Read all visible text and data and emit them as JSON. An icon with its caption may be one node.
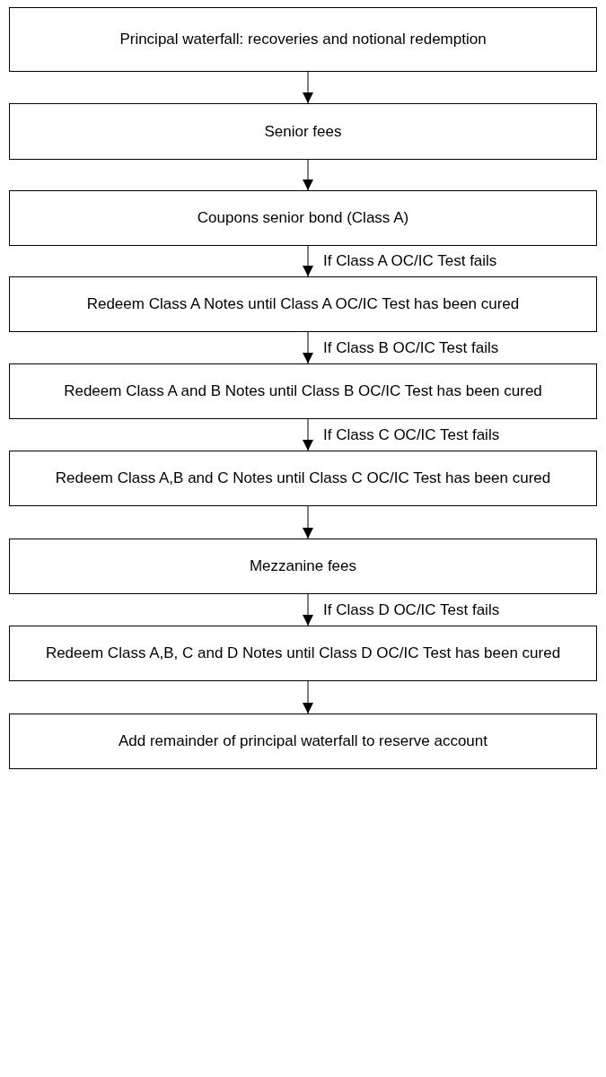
{
  "diagram": {
    "nodes": [
      {
        "text": [
          "Principal waterfall: recoveries and notional redemption"
        ]
      },
      {
        "text": [
          "Senior fees"
        ]
      },
      {
        "text": [
          "Coupons senior bond (Class A)"
        ]
      },
      {
        "text": [
          "Redeem Class A Notes until Class A OC/IC Test has been cured"
        ]
      },
      {
        "text": [
          "Redeem Class A and B Notes until Class B OC/IC Test has been cured"
        ]
      },
      {
        "text": [
          "Redeem Class A,B and C Notes until Class C OC/IC Test has been cured"
        ]
      },
      {
        "text": [
          "Mezzanine fees"
        ]
      },
      {
        "text": [
          "Redeem Class A,B, C and D Notes until Class D OC/IC Test has been cured"
        ]
      },
      {
        "text": [
          "Add remainder of principal waterfall to reserve account"
        ]
      }
    ],
    "edges": [
      {
        "from": 0,
        "to": 1,
        "arrow": "to"
      },
      {
        "from": 1,
        "to": 2,
        "arrow": "to"
      },
      {
        "from": 2,
        "to": 3,
        "arrow": "to",
        "label": "If Class A OC/IC Test fails"
      },
      {
        "from": 3,
        "to": 4,
        "arrow": "to",
        "label": "If Class B OC/IC Test fails"
      },
      {
        "from": 4,
        "to": 5,
        "arrow": "to",
        "label": "If Class C OC/IC Test fails"
      },
      {
        "from": 5,
        "to": 6,
        "arrow": "to"
      },
      {
        "from": 6,
        "to": 7,
        "arrow": "to",
        "label": "If Class D OC/IC Test fails"
      },
      {
        "from": 7,
        "to": 8,
        "arrow": "to"
      }
    ]
  }
}
